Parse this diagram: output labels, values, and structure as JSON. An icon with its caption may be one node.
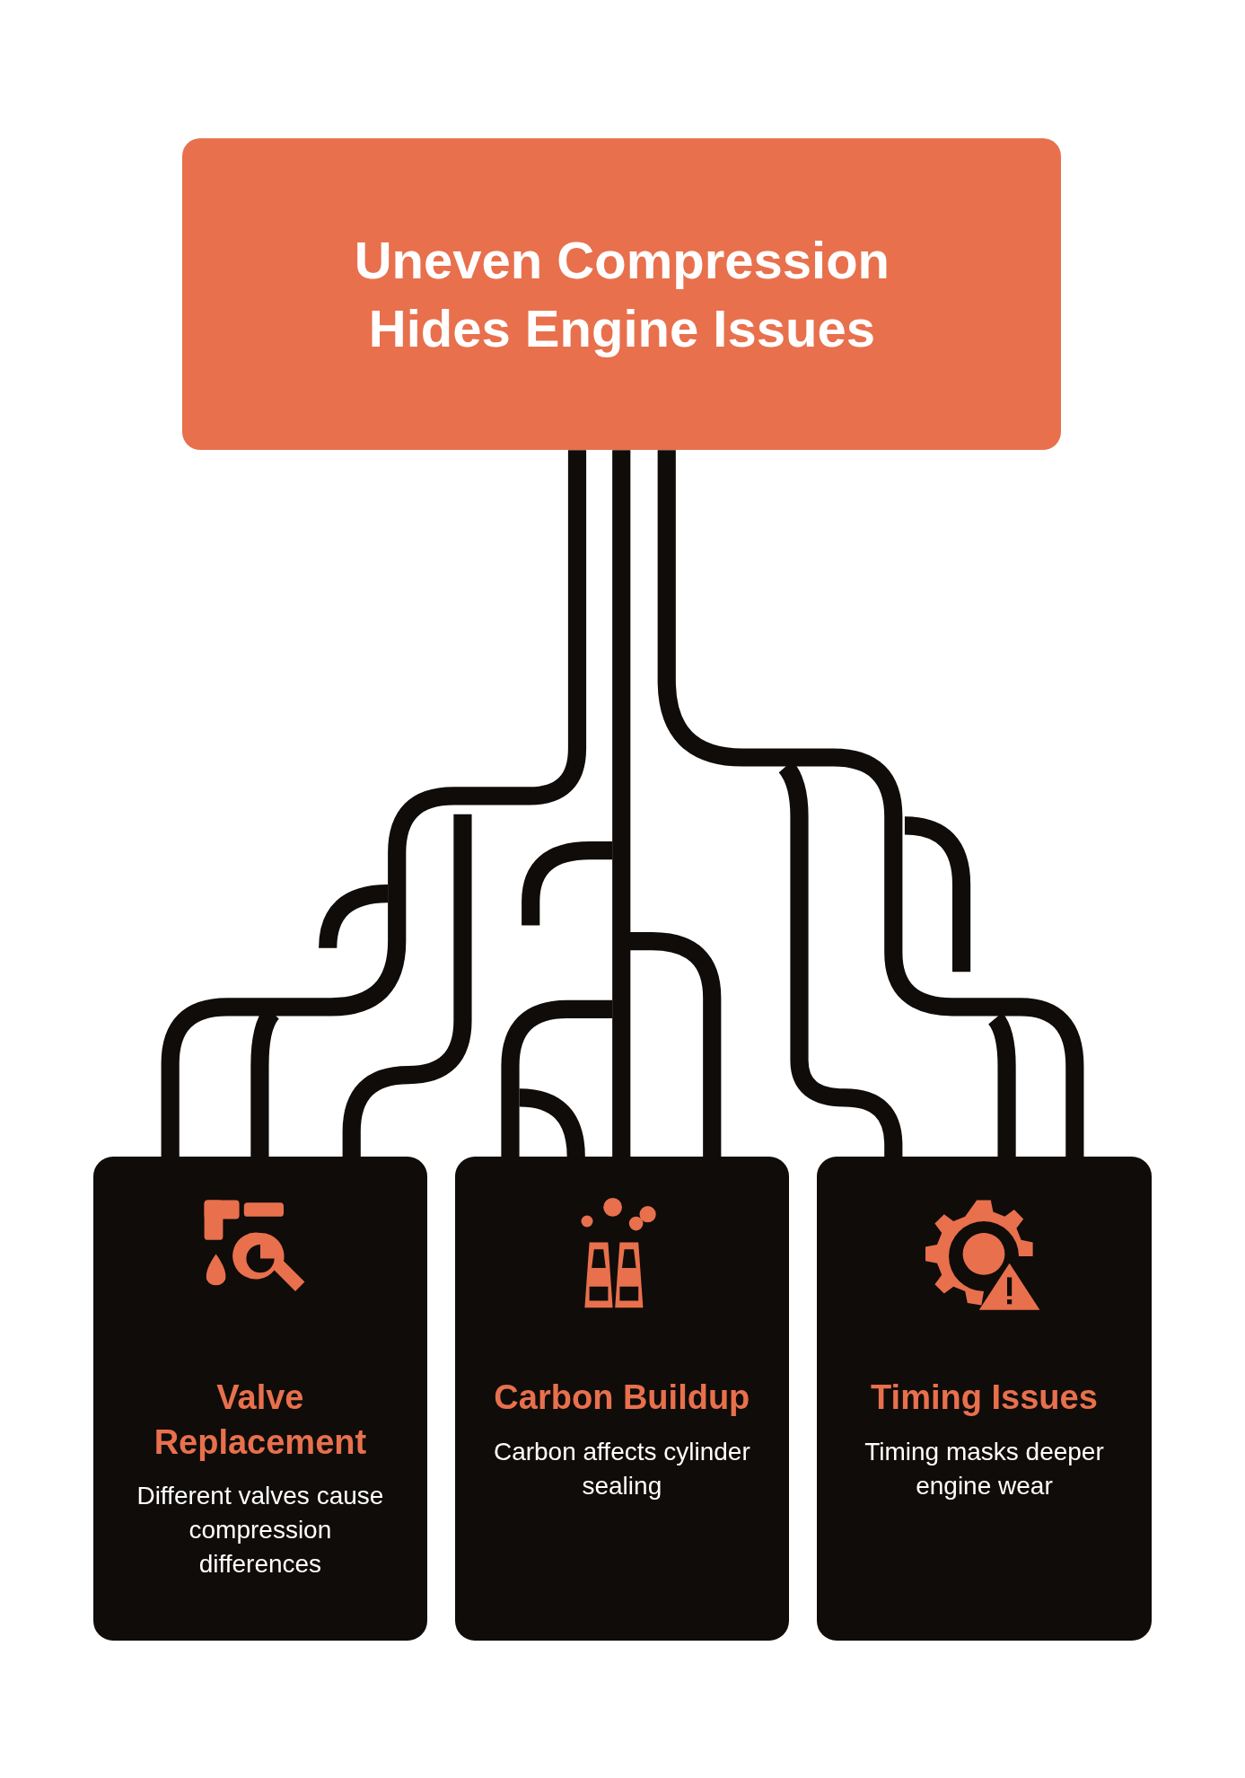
{
  "diagram": {
    "nodes": [
      {
        "text": [
          "Uneven Compression Hides Engine Issues"
        ]
      },
      {
        "text": [
          "Valve Replacement",
          "Different valves cause compression differences"
        ]
      },
      {
        "text": [
          "Carbon Buildup",
          "Carbon affects cylinder sealing"
        ]
      },
      {
        "text": [
          "Timing Issues",
          "Timing masks deeper engine wear"
        ]
      }
    ],
    "edges": [
      {
        "from": 0,
        "to": 1,
        "arrow": "none"
      },
      {
        "from": 0,
        "to": 2,
        "arrow": "none"
      },
      {
        "from": 0,
        "to": 3,
        "arrow": "none"
      }
    ]
  }
}
